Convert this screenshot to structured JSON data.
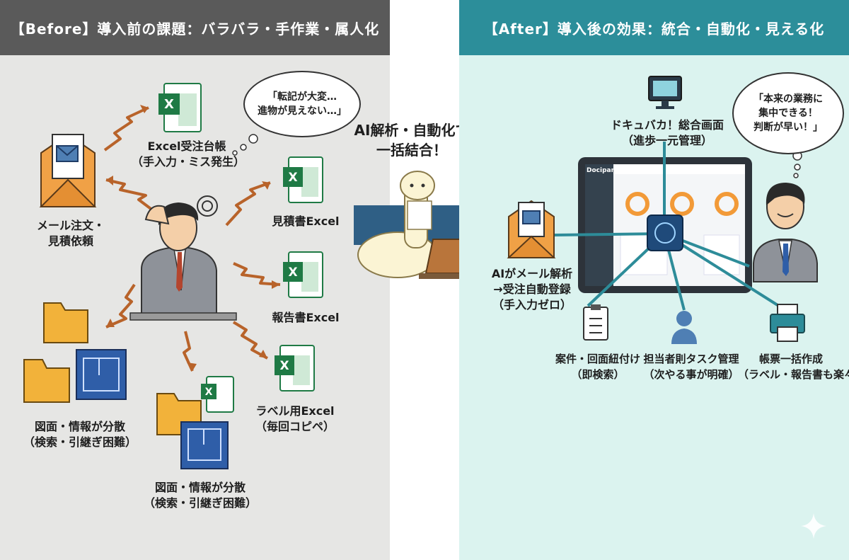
{
  "before": {
    "title": "【Before】導入前の課題：バラバラ・手作業・属人化",
    "thought": [
      "「転記が大変…",
      "進物が見えない…」"
    ],
    "mail": [
      "メール注文・",
      "見積依頼"
    ],
    "excel_ledger": [
      "Excel受注台帳",
      "（手入力・ミス発生）"
    ],
    "quote_excel": "見積書Excel",
    "report_excel": "報告書Excel",
    "label_excel": [
      "ラベル用Excel",
      "（毎回コピペ）"
    ],
    "drawings_left": [
      "図面・情報が分散",
      "（検索・引継ぎ困難）"
    ],
    "drawings_bottom": [
      "図面・情報が分散",
      "（検索・引継ぎ困難）"
    ]
  },
  "center": {
    "caption": [
      "AI解析・自動化で",
      "一括結合！"
    ]
  },
  "after": {
    "title": "【After】導入後の効果：統合・自動化・見える化",
    "thought": [
      "「本来の業務に",
      "集中できる！",
      "判断が早い！」"
    ],
    "dashboard_label": [
      "ドキュバカ！総合画面",
      "（進歩一元管理）"
    ],
    "ai_mail": [
      "AIがメール解析",
      "→受注自動登録",
      "（手入力ゼロ）"
    ],
    "case_link": [
      "案件・回面紐付け",
      "（即検索）"
    ],
    "task_mgmt": [
      "担当者則タスク管理",
      "（次やる事が明確）"
    ],
    "forms": [
      "帳票一括作成",
      "（ラベル・報告書も楽々）"
    ],
    "screen_brand": "Dociparal"
  },
  "colors": {
    "before_banner": "#5a5a5a",
    "after_banner": "#2c8e9a",
    "arrow": "#b8632a",
    "excel_green": "#1f7a45",
    "link_line": "#2d8c99"
  }
}
